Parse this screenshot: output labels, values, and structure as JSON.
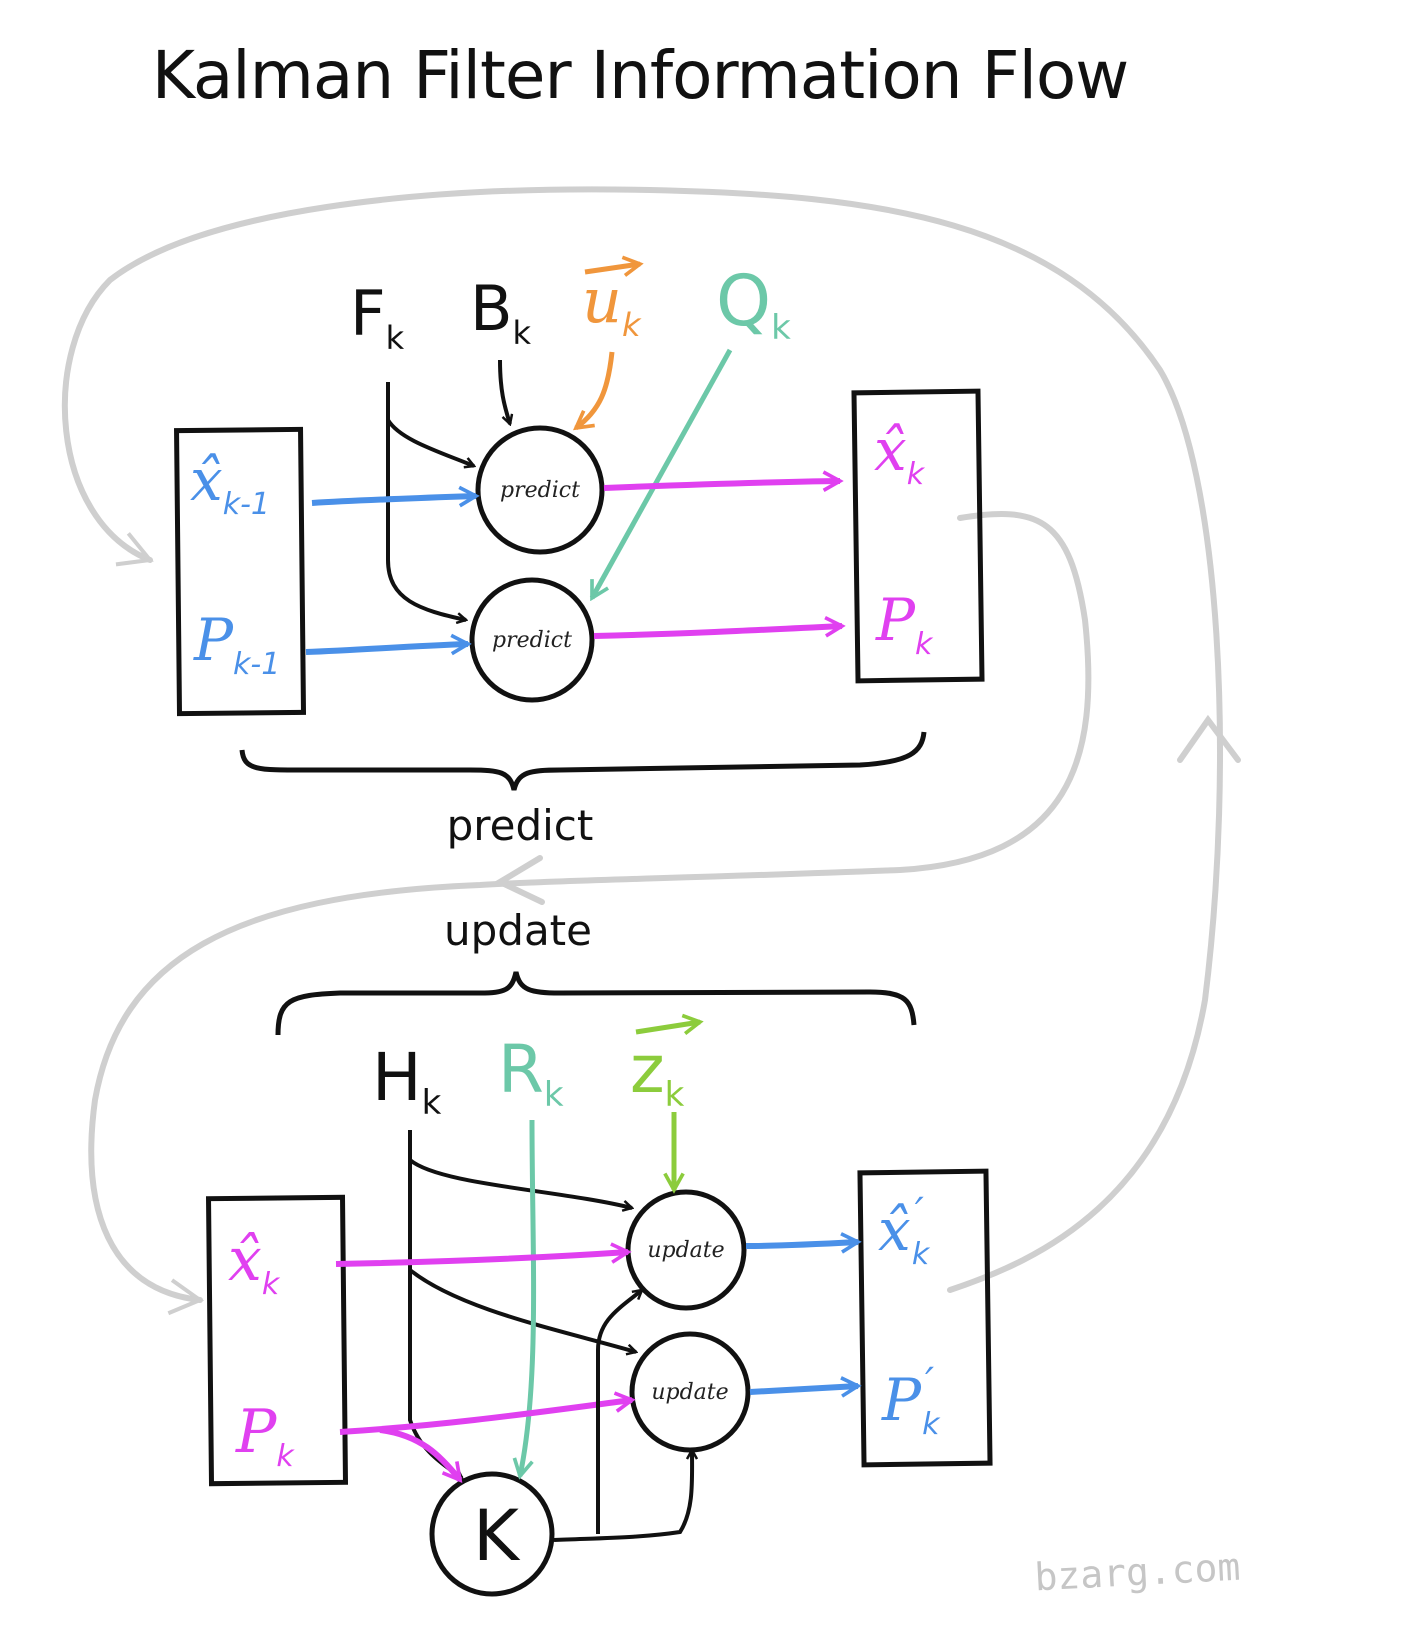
{
  "title": "Kalman Filter Information Flow",
  "watermark": "bzarg.com",
  "colors": {
    "ink": "#111111",
    "blue": "#4a90e8",
    "magenta": "#e040f0",
    "orange": "#f0963c",
    "teal": "#6cc8a8",
    "green": "#8ccc3c",
    "gray": "#cfcfcf"
  },
  "predict": {
    "brace_label": "predict",
    "inputs": {
      "F": {
        "main": "F",
        "sub": "k"
      },
      "B": {
        "main": "B",
        "sub": "k"
      },
      "u": {
        "main": "u",
        "sub": "k"
      },
      "Q": {
        "main": "Q",
        "sub": "k"
      }
    },
    "left_box": {
      "x": {
        "main": "x̂",
        "sub": "k-1"
      },
      "P": {
        "main": "P",
        "sub": "k-1"
      }
    },
    "nodes": [
      "predict",
      "predict"
    ],
    "right_box": {
      "x": {
        "main": "x̂",
        "sub": "k"
      },
      "P": {
        "main": "P",
        "sub": "k"
      }
    }
  },
  "update": {
    "brace_label": "update",
    "inputs": {
      "H": {
        "main": "H",
        "sub": "k"
      },
      "R": {
        "main": "R",
        "sub": "k"
      },
      "z": {
        "main": "z",
        "sub": "k"
      }
    },
    "left_box": {
      "x": {
        "main": "x̂",
        "sub": "k"
      },
      "P": {
        "main": "P",
        "sub": "k"
      }
    },
    "nodes": [
      "update",
      "update"
    ],
    "gain": "K",
    "right_box": {
      "x": {
        "main": "x̂",
        "sub": "k",
        "prime": "′"
      },
      "P": {
        "main": "P",
        "sub": "k",
        "prime": "′"
      }
    }
  }
}
